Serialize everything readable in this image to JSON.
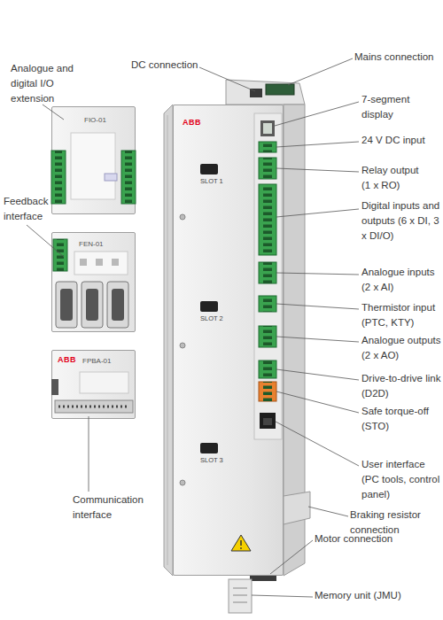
{
  "diagram": {
    "nodes": [
      {
        "text": [
          "FIO-01"
        ]
      },
      {
        "text": [
          "FEN-01"
        ]
      },
      {
        "text": [
          "ABB",
          "FPBA-01"
        ]
      },
      {
        "text": [
          "ABB",
          "SLOT 1",
          "SLOT 2",
          "SLOT 3"
        ]
      }
    ],
    "labels": [
      "Analogue and digital I/O extension",
      "DC connection",
      "Mains connection",
      "7-segment display",
      "24 V DC input",
      "Relay output (1 x RO)",
      "Feedback interface",
      "Digital inputs and outputs (6 x DI, 3 x DI/O)",
      "Analogue inputs (2 x AI)",
      "Thermistor input (PTC, KTY)",
      "Analogue outputs (2 x AO)",
      "Drive-to-drive link (D2D)",
      "Safe torque-off (STO)",
      "User interface (PC tools, control panel)",
      "Communication interface",
      "Braking resistor connection",
      "Motor connection",
      "Memory unit (JMU)"
    ]
  }
}
